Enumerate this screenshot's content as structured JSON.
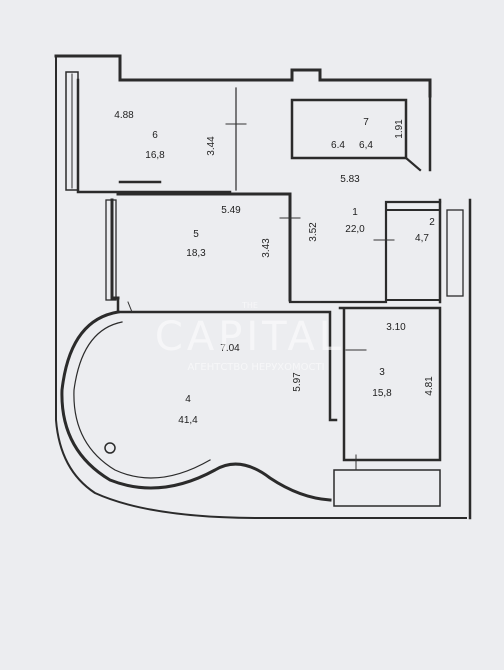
{
  "rooms": [
    {
      "id": "6",
      "area": "16,8",
      "dim1": "4.88",
      "dim2": "3.44"
    },
    {
      "id": "7",
      "area": "6,4",
      "dim1": "6.4",
      "dim2": "1.91"
    },
    {
      "id": "5",
      "area": "18,3",
      "dim1": "5.49",
      "dim2": "3.43"
    },
    {
      "id": "1",
      "area": "22,0",
      "dim1": "5.83",
      "dim2": "3.52"
    },
    {
      "id": "2",
      "area": "4,7"
    },
    {
      "id": "4",
      "area": "41,4",
      "dim1": "7.04",
      "dim2": "5.97"
    },
    {
      "id": "3",
      "area": "15,8",
      "dim1": "3.10",
      "dim2": "4.81"
    }
  ],
  "watermark": {
    "small": "THE",
    "brand": "CAPITAL",
    "tagline": "АГЕНТСТВО НЕРУХОМОСТІ"
  },
  "colors": {
    "wall": "#2b2b2b",
    "line": "#333333",
    "paper": "#ecedf0"
  }
}
